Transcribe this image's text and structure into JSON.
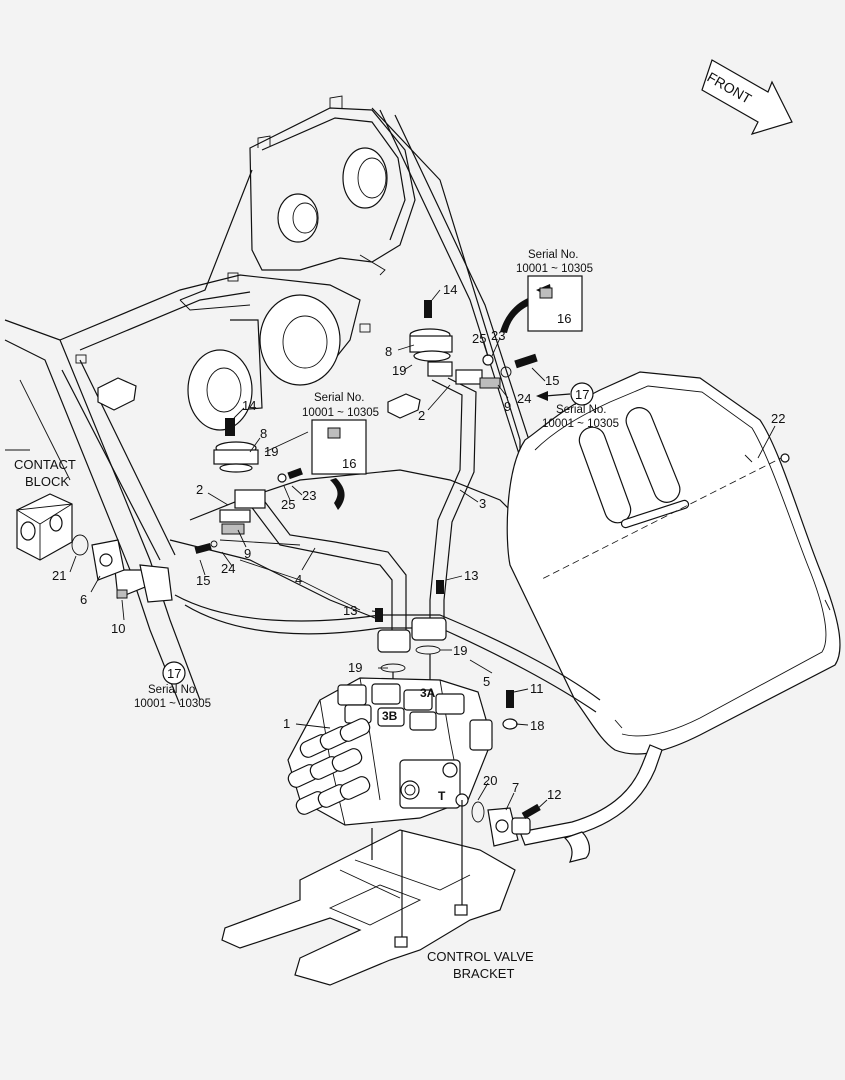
{
  "direction": {
    "front": "FRONT"
  },
  "captions": {
    "contact_block": [
      "CONTACT",
      "BLOCK"
    ],
    "control_valve_bracket": [
      "CONTROL VALVE",
      "BRACKET"
    ]
  },
  "serial_notes": [
    {
      "title": "Serial No.",
      "range": "10001 ~ 10305"
    },
    {
      "title": "Serial No.",
      "range": "10001 ~ 10305"
    },
    {
      "title": "Serial No.",
      "range": "10001 ~ 10305"
    },
    {
      "title": "Serial No.",
      "range": "10001 ~ 10305"
    }
  ],
  "circled_refs": [
    "17",
    "17"
  ],
  "port_marks": [
    "3A",
    "3B",
    "T"
  ],
  "callouts": [
    "1",
    "2",
    "2",
    "3",
    "4",
    "5",
    "6",
    "7",
    "8",
    "8",
    "9",
    "9",
    "10",
    "11",
    "12",
    "13",
    "13",
    "14",
    "14",
    "15",
    "15",
    "16",
    "16",
    "18",
    "19",
    "19",
    "19",
    "19",
    "20",
    "21",
    "22",
    "23",
    "23",
    "24",
    "24",
    "25",
    "25"
  ]
}
